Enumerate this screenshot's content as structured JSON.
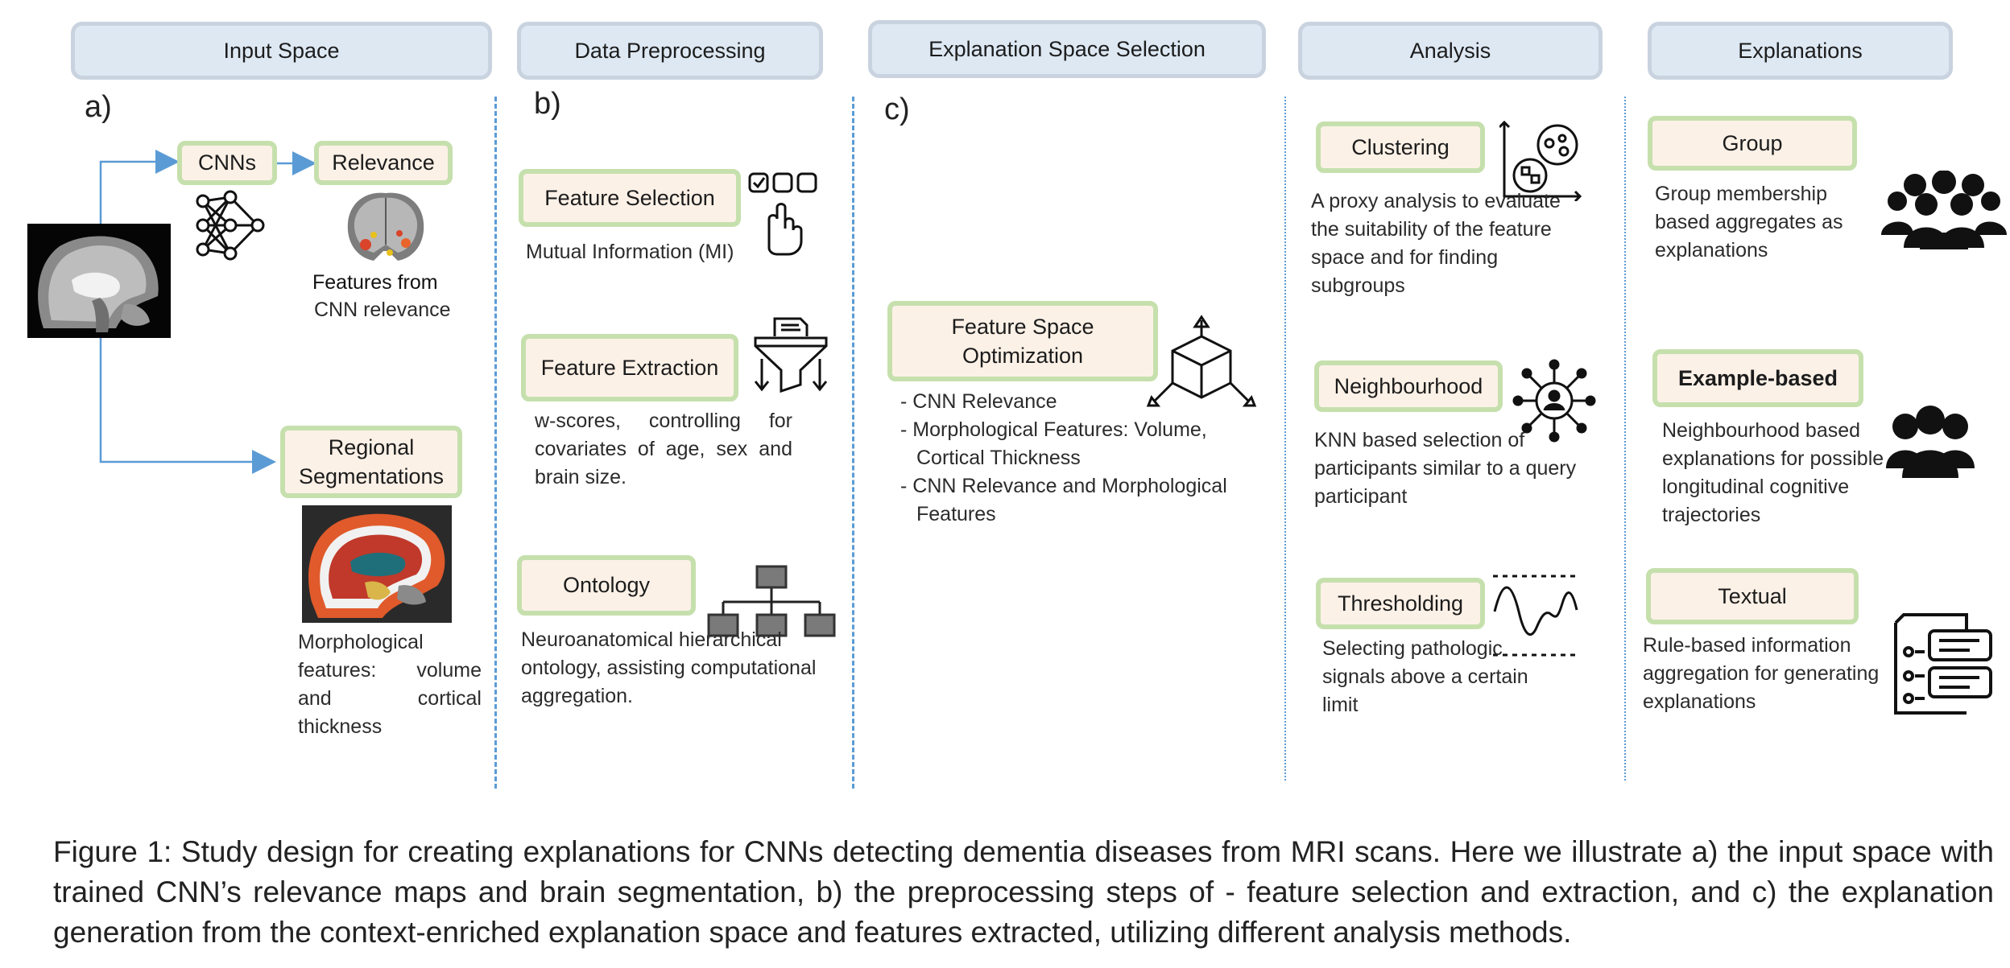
{
  "headers": {
    "input_space": "Input Space",
    "data_preprocessing": "Data Preprocessing",
    "explanation_space_selection": "Explanation Space Selection",
    "analysis": "Analysis",
    "explanations": "Explanations"
  },
  "section_labels": {
    "a": "a)",
    "b": "b)",
    "c": "c)"
  },
  "input_space": {
    "cnns_label": "CNNs",
    "relevance_label": "Relevance",
    "relevance_caption_line1": "Features from",
    "relevance_caption_line2": "CNN relevance",
    "regional_label": "Regional Segmentations",
    "morph_text": "Morphological features: volume and cortical thickness"
  },
  "preprocessing": {
    "feature_selection_label": "Feature Selection",
    "feature_selection_text": "Mutual Information (MI)",
    "feature_extraction_label": "Feature Extraction",
    "feature_extraction_text": "w-scores, controlling for covariates of age, sex and brain size.",
    "ontology_label": "Ontology",
    "ontology_text": "Neuroanatomical hierarchical ontology, assisting computational aggregation."
  },
  "explanation_space": {
    "optimization_label": "Feature Space Optimization",
    "items": [
      "- CNN Relevance",
      "- Morphological Features: Volume, Cortical Thickness",
      "- CNN Relevance and Morphological Features"
    ]
  },
  "analysis": {
    "clustering_label": "Clustering",
    "clustering_text": "A proxy analysis to evaluate the suitability of the feature space and for finding subgroups",
    "neighbourhood_label": "Neighbourhood",
    "neighbourhood_text": "KNN based selection of participants similar to a query participant",
    "thresholding_label": "Thresholding",
    "thresholding_text": "Selecting pathologic signals above a certain limit"
  },
  "explanations": {
    "group_label": "Group",
    "group_text": "Group membership based aggregates as explanations",
    "example_label": "Example-based",
    "example_text": "Neighbourhood based explanations for possible longitudinal cognitive trajectories",
    "textual_label": "Textual",
    "textual_text": "Rule-based information aggregation for generating explanations"
  },
  "caption": "Figure 1: Study design for creating explanations for CNNs detecting dementia diseases from MRI scans. Here we illustrate a) the input space with trained CNN’s relevance maps and brain segmentation, b) the preprocessing steps of - feature selection and extraction, and c) the explanation generation from the context-enriched explanation space and features extracted, utilizing different analysis methods.",
  "icons": [
    "neural-network-icon",
    "brain-relevance-icon",
    "mri-scan-image",
    "segmentation-image",
    "checkbox-hand-icon",
    "funnel-icon",
    "hierarchy-icon",
    "cube-icon",
    "cluster-chart-icon",
    "network-person-icon",
    "threshold-wave-icon",
    "crowd-icon",
    "people-icon",
    "document-list-icon"
  ],
  "colors": {
    "header_bg": "#dde8f3",
    "box_fill": "#fcf1e7",
    "box_border": "#c6e0ad",
    "arrow": "#5b9bd5"
  }
}
